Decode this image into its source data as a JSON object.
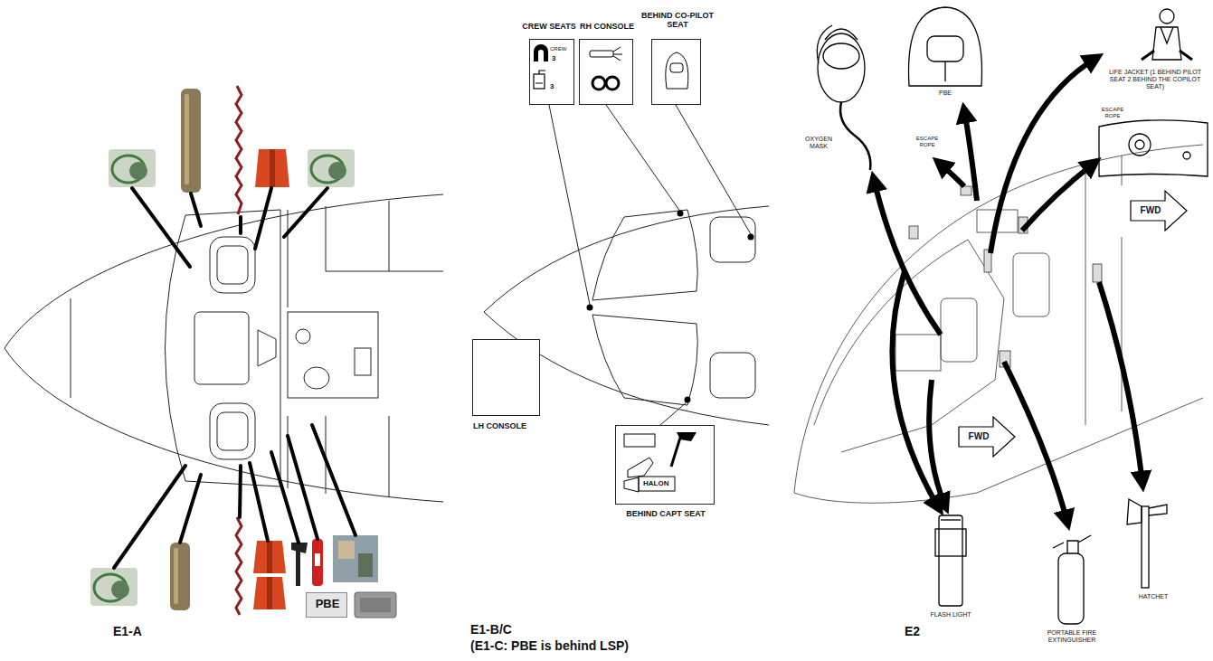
{
  "diagram": {
    "nodes": [
      {
        "text": [
          "CREW SEATS",
          "CREW",
          "3",
          "3"
        ]
      },
      {
        "text": [
          "RH CONSOLE"
        ]
      },
      {
        "text": [
          "BEHIND CO-PILOT SEAT"
        ]
      },
      {
        "text": [
          "LH CONSOLE"
        ]
      },
      {
        "text": [
          "HALON",
          "BEHIND CAPT SEAT"
        ]
      },
      {
        "text": [
          "PBE"
        ]
      }
    ],
    "labels": [
      "E1-A",
      "E1-B/C",
      "(E1-C: PBE is behind LSP)",
      "E2",
      "OXYGEN MASK",
      "PBE",
      "LIFE JACKET (1 BEHIND PILOT SEAT 2 BEHIND THE COPILOT SEAT)",
      "ESCAPE ROPE",
      "ESCAPE ROPE",
      "FWD",
      "FWD",
      "FLASH LIGHT",
      "PORTABLE FIRE EXTINGUISHER",
      "HATCHET"
    ]
  }
}
